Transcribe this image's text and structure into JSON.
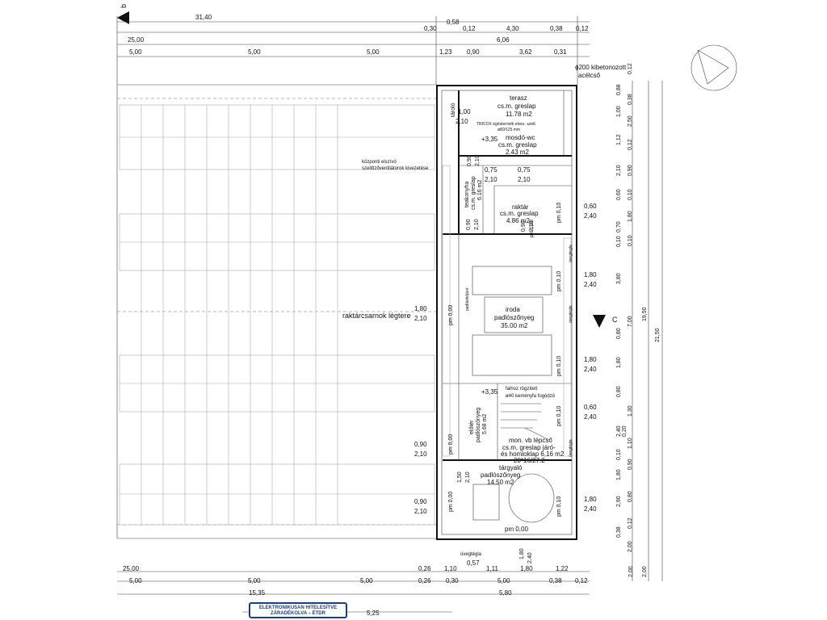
{
  "drawing": {
    "section_b": "b",
    "section_c": "C",
    "top_dims_row1": [
      "31,40",
      "0,58",
      "0,30",
      "0,12",
      "4,30",
      "0,38",
      "0,12"
    ],
    "top_dims_row2": [
      "25,00",
      "6,06"
    ],
    "top_dims_row3": [
      "5,00",
      "5,00",
      "5,00",
      "1,23",
      "0,90",
      "3,62",
      "0,31"
    ],
    "pipe_note_1": "ϕ200 kibetonozott",
    "pipe_note_2": "acélcső",
    "rooms": [
      {
        "name": "terasz",
        "floor": "cs.m. greslap",
        "area": "11.78 m2"
      },
      {
        "name": "mosdó-wc",
        "floor": "cs.m. greslap",
        "area": "2.43 m2"
      },
      {
        "name": "raktár",
        "floor": "cs.m. greslap",
        "area": "4.86 m2"
      },
      {
        "name": "iroda",
        "floor": "padlószőnyeg",
        "area": "35.00 m2"
      },
      {
        "name": "előtér",
        "floor": "padlószőnyeg",
        "area": "5.68 m2"
      },
      {
        "name": "tárgyaló",
        "floor": "padlószőnyeg",
        "area": "14.50 m2"
      },
      {
        "name": "teakonyha",
        "floor": "cs.m. greslap",
        "area": "6.16 m2"
      }
    ],
    "taroló": "tároló",
    "tricox_1": "TRICOX égéstermék elvez. szett",
    "tricox_2": "ø80/125 mm",
    "level_1": "+3,35",
    "level_2": "+3,35",
    "vent_1": "központi elszívó",
    "vent_2": "szellőzőventilátorok kivezetése",
    "hall": "raktárcsarnok légtere",
    "parapet": "padlásfeljáró",
    "glass_brick": "üvegtégla",
    "handrail_1": "falhoz rögzített",
    "handrail_2": "ø40 keményfa fogódzó",
    "stair_1": "mon. vb lépcső",
    "stair_2": "cs.m. greslap járó-",
    "stair_3": "és homloklap 6,16 m2",
    "stair_4": "20*16/27.2",
    "pm_labels": [
      "pm 0,00",
      "pm 0,10",
      "pm 0,10",
      "pm 0,10",
      "pm 0,10",
      "pm 0,10",
      "pm 0,00",
      "pm 0,00",
      "pm 0,00",
      "pm 0,00"
    ],
    "openings": [
      "1,00",
      "2,10",
      "0,75",
      "2,10",
      "0,75",
      "2,10",
      "0,90",
      "2,10",
      "0,90",
      "2,10",
      "1,50",
      "2,10",
      "0,90",
      "2,10"
    ],
    "left_openings": [
      "1,80",
      "2,10",
      "0,90",
      "2,10",
      "0,90",
      "2,10"
    ],
    "right_openings": [
      "0,60",
      "2,40",
      "1,80",
      "2,40",
      "1,80",
      "2,40",
      "0,60",
      "2,40",
      "1,80",
      "2,40"
    ],
    "bottom_small": [
      "1,80",
      "2,40"
    ],
    "right_chain": [
      "0,12",
      "0,88",
      "0,38",
      "1,00",
      "2,50",
      "1,12",
      "0,12",
      "2,10",
      "0,90",
      "0,60",
      "0,10",
      "1,80",
      "0,10",
      "0,70",
      "0,10",
      "3,80",
      "0,80",
      "7,00",
      "1,80",
      "0,80",
      "1,30",
      "0,20",
      "2,40",
      "1,10",
      "0,10",
      "0,90",
      "1,80",
      "2,90",
      "0,80",
      "0,38",
      "0,12",
      "2,00"
    ],
    "right_totals": [
      "19,50",
      "21,50",
      "2,00"
    ],
    "bottom_dims_row1": [
      "25,00",
      "0,26",
      "1,10",
      "0,57",
      "1,11",
      "1,80",
      "1,22"
    ],
    "bottom_dims_row2": [
      "5,00",
      "5,00",
      "5,00",
      "0,26",
      "0,30",
      "5,00",
      "0,38",
      "0,12"
    ],
    "bottom_dims_row3": [
      "15,35",
      "5,80"
    ],
    "bottom_dims_row4": [
      "5,25"
    ],
    "stamp_1": "ELEKTRONIKUSAN HITELESÍTVE",
    "stamp_2": "ZÁRADÉKOLVA – ÉTDR"
  }
}
